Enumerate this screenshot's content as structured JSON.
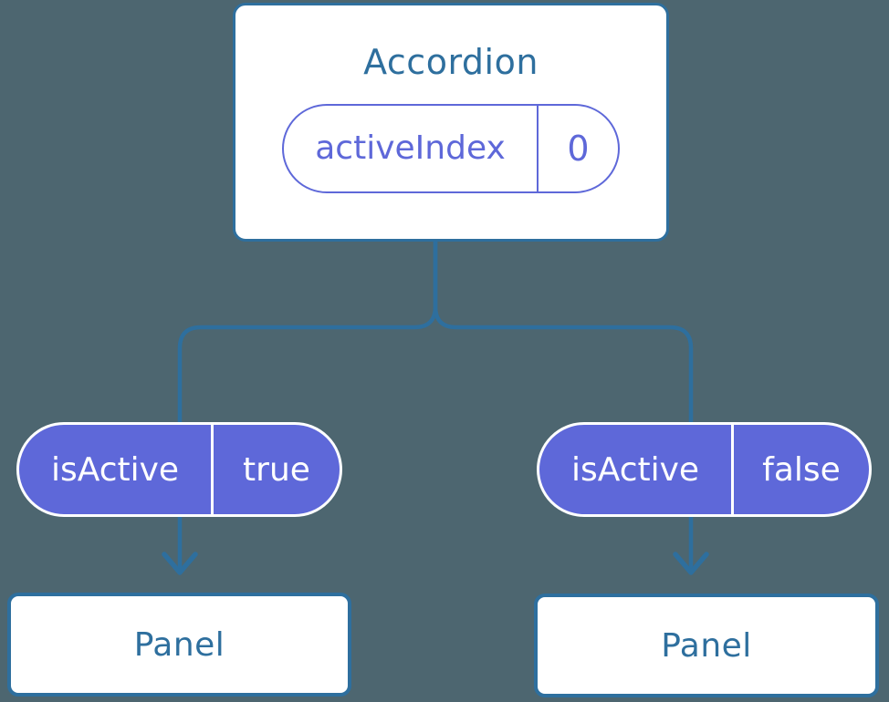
{
  "diagram": {
    "root": {
      "name": "Accordion",
      "state": {
        "key": "activeIndex",
        "value": "0"
      }
    },
    "branches": [
      {
        "prop_key": "isActive",
        "prop_value": "true",
        "panel_label": "Panel"
      },
      {
        "prop_key": "isActive",
        "prop_value": "false",
        "panel_label": "Panel"
      }
    ],
    "colors": {
      "background": "#4D6670",
      "stroke_blue": "#2E6F9E",
      "purple": "#5E68D9",
      "card_fill": "#FFFFFF"
    }
  }
}
